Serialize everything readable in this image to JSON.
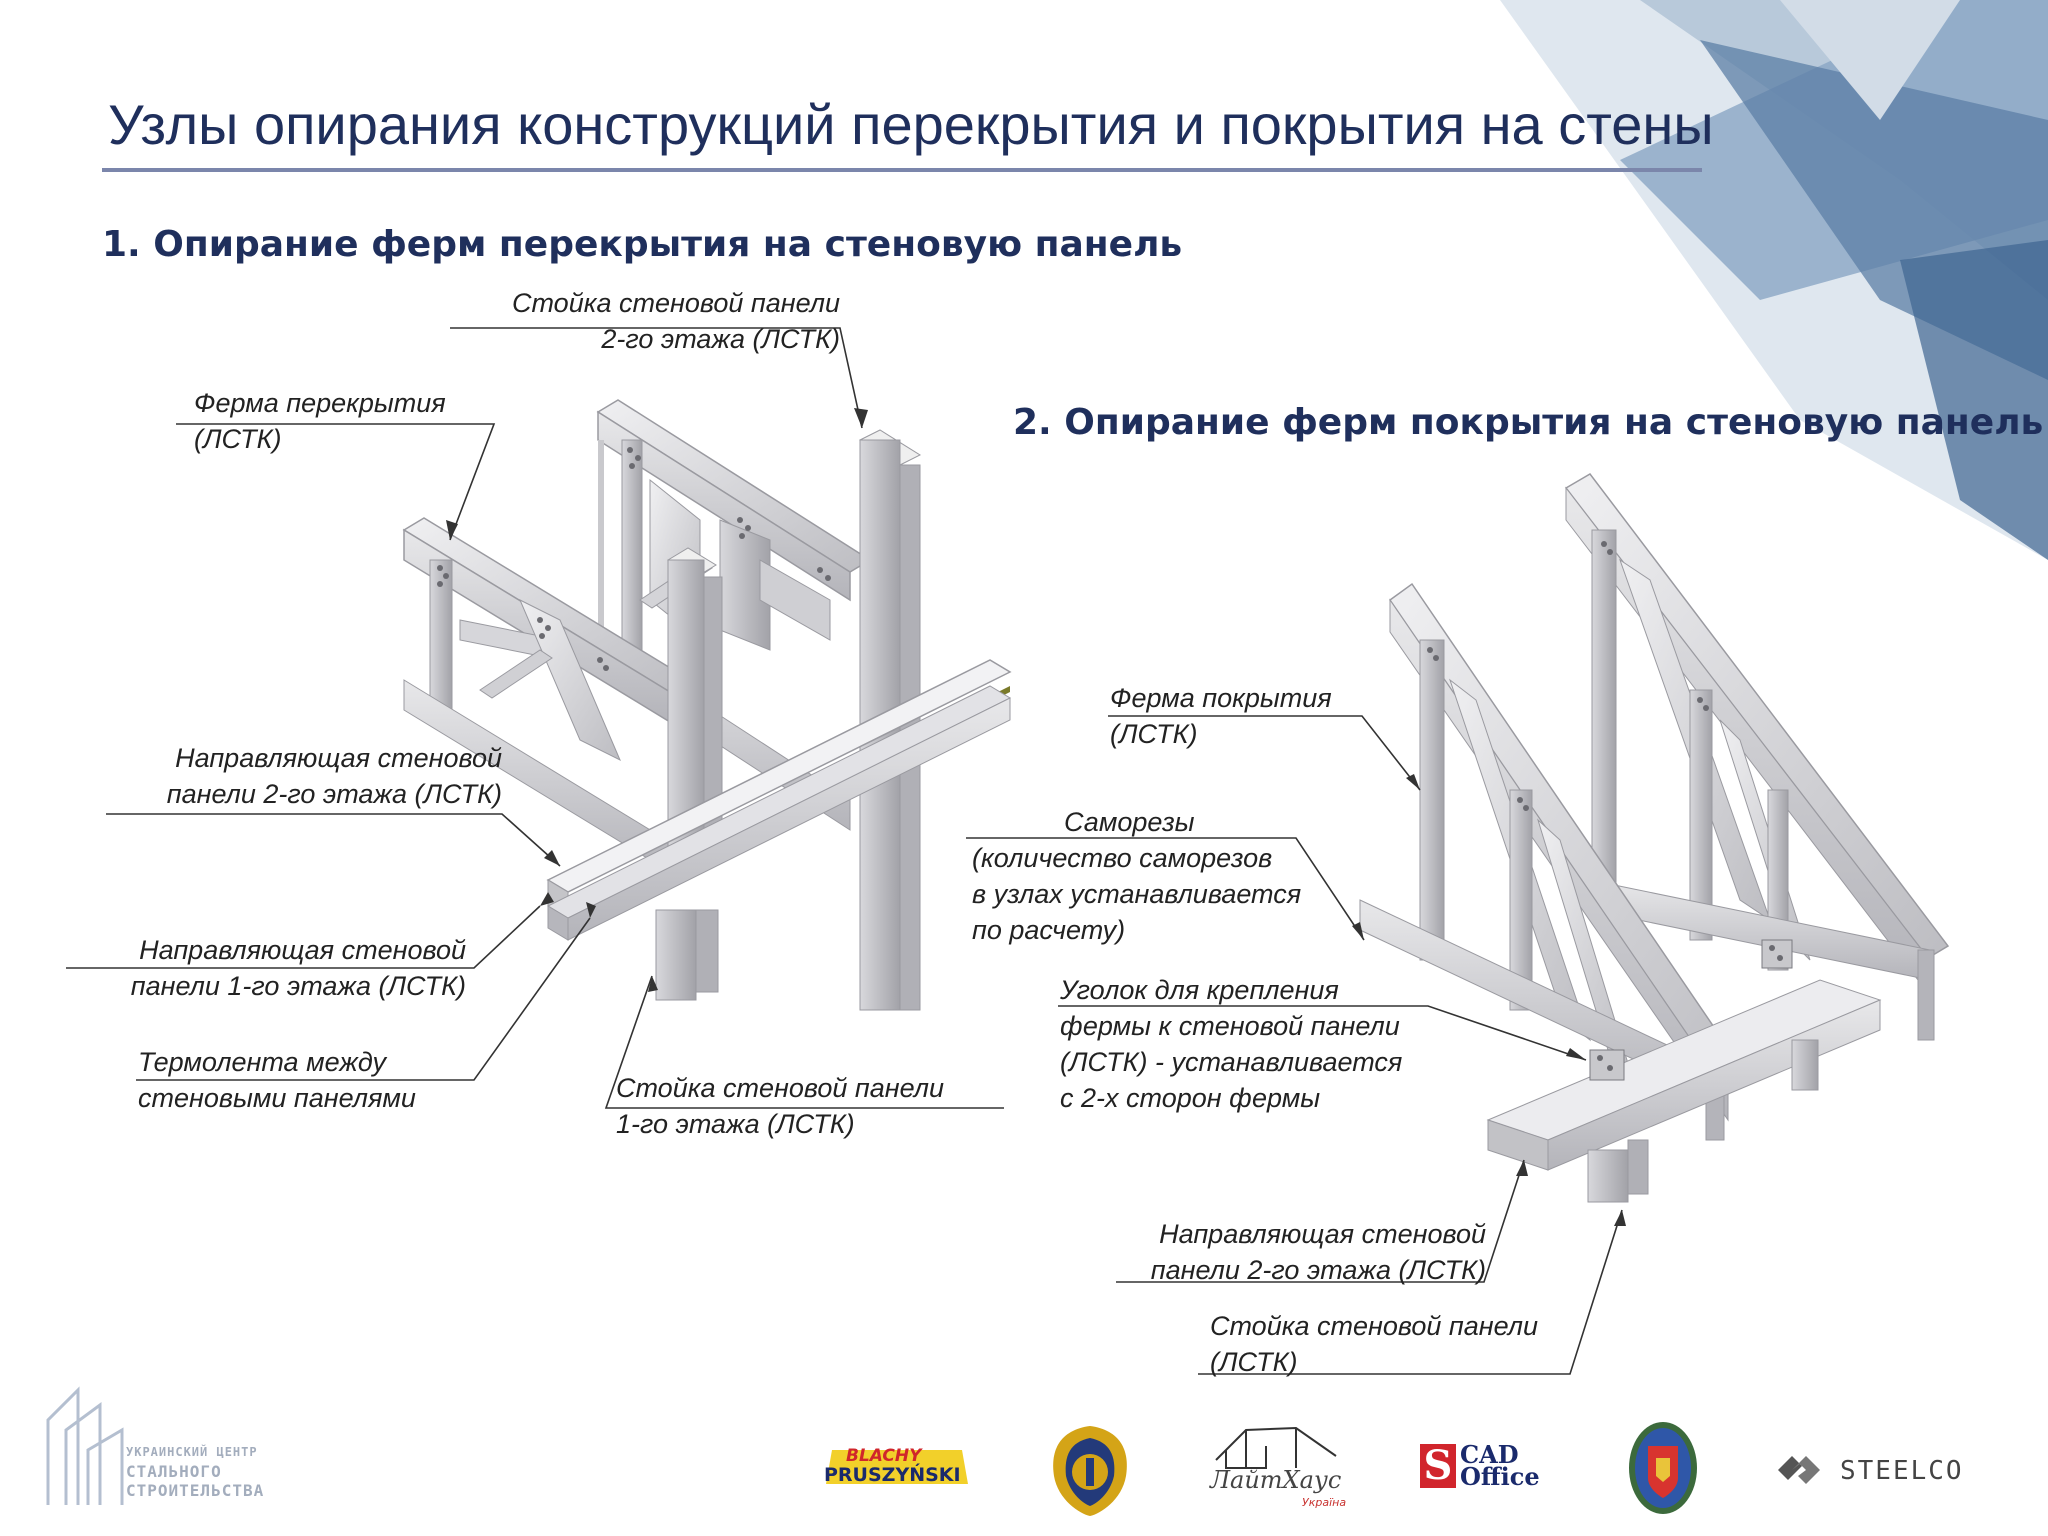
{
  "title": "Узлы опирания конструкций перекрытия и покрытия на стены",
  "sections": [
    {
      "heading": "1. Опирание ферм перекрытия на стеновую панель"
    },
    {
      "heading": "2. Опирание ферм покрытия на стеновую панель"
    }
  ],
  "callouts": {
    "c1": [
      "Стойка стеновой панели",
      "2-го этажа (ЛСТК)"
    ],
    "c2": [
      "Ферма перекрытия",
      "(ЛСТК)"
    ],
    "c3": [
      "Направляющая стеновой",
      "панели 2-го этажа (ЛСТК)"
    ],
    "c4": [
      "Направляющая стеновой",
      "панели 1-го этажа (ЛСТК)"
    ],
    "c5": [
      "Термолента между",
      "стеновыми панелями"
    ],
    "c6": [
      "Стойка стеновой панели",
      "1-го этажа (ЛСТК)"
    ],
    "c7": [
      "Ферма покрытия",
      "(ЛСТК)"
    ],
    "c8": [
      "Саморезы",
      "(количество саморезов",
      "в узлах устанавливается",
      "по расчету)"
    ],
    "c9": [
      "Уголок для крепления",
      "фермы к стеновой панели",
      "(ЛСТК) - устанавливается",
      "с 2-х сторон фермы"
    ],
    "c10": [
      "Направляющая стеновой",
      "панели 2-го этажа (ЛСТК)"
    ],
    "c11": [
      "Стойка стеновой панели",
      "(ЛСТК)"
    ]
  },
  "footer": {
    "ucss_lines": [
      "УКРАИНСКИЙ ЦЕНТР",
      "СТАЛЬНОГО",
      "СТРОИТЕЛЬСТВА"
    ],
    "logos": {
      "blachy_top": "BLACHY",
      "blachy_bottom": "PRUSZYŃSKI",
      "lait_haus": "ЛайтХаус",
      "lait_haus_sub": "Україна",
      "cad_top": "CAD",
      "cad_bottom": "Office",
      "steelco": "STEELCO"
    }
  },
  "colors": {
    "title": "#1f2f5c",
    "rule": "#7b86ab",
    "steel_light": "#e4e4e6",
    "steel_mid": "#c2c2c6",
    "steel_dark": "#9a9aa0",
    "corner_blue": "#6d8fb2",
    "thermal_tape": "#7a7a2a"
  }
}
